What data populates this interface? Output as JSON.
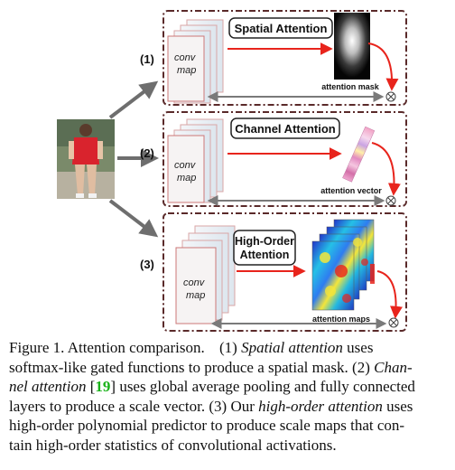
{
  "figure": {
    "panels": [
      {
        "number": "(1)",
        "title": "Spatial Attention",
        "conv_label_1": "conv",
        "conv_label_2": "map",
        "output_label": "attention mask"
      },
      {
        "number": "(2)",
        "title": "Channel Attention",
        "conv_label_1": "conv",
        "conv_label_2": "map",
        "output_label": "attention vector"
      },
      {
        "number": "(3)",
        "title_line1": "High-Order",
        "title_line2": "Attention",
        "conv_label_1": "conv",
        "conv_label_2": "map",
        "output_label": "attention maps"
      }
    ],
    "colors": {
      "panel_border": "#5a2a2a",
      "arrow_red": "#e8241c",
      "arrow_gray": "#7a7a7a",
      "conv_fill": "#e9eef4",
      "conv_edge": "#d9a6a6"
    },
    "multiply_symbol": "⊗"
  },
  "caption": {
    "figure_label": "Figure 1. Attention comparison.",
    "p1_num": "(1)",
    "p1_term": "Spatial attention",
    "p1_tail": "uses",
    "l2": "softmax-like gated functions to produce a spatial mask. (2)",
    "l2_term": "Chan-",
    "l3_term": "nel attention",
    "ref_open": "[",
    "ref_num": "19",
    "ref_close": "]",
    "l3_tail": "uses global average pooling and fully connected",
    "l4_head": "layers to produce a scale vector. (3) Our",
    "l4_term": "high-order attention",
    "l4_tail": "uses",
    "l5": "high-order polynomial predictor to produce scale maps that con-",
    "l6": "tain high-order statistics of convolutional activations."
  }
}
